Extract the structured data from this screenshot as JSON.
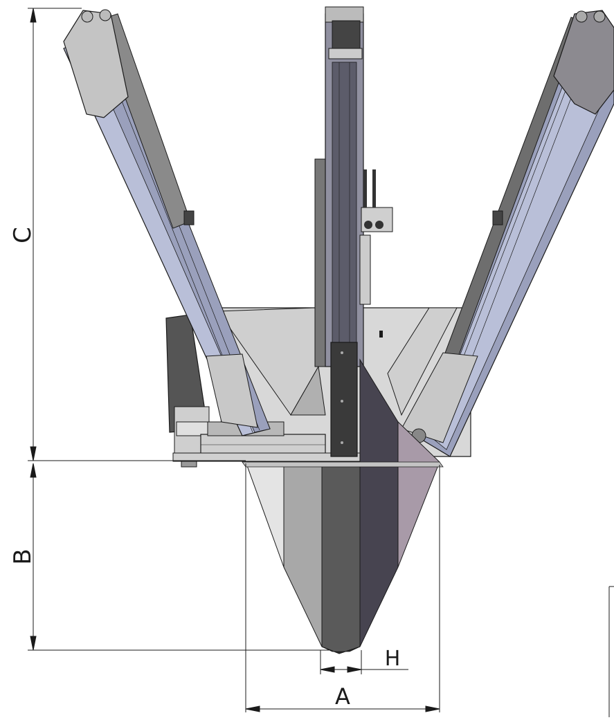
{
  "diagram": {
    "dimensions": [
      {
        "label": "C"
      },
      {
        "label": "B"
      },
      {
        "label": "H"
      },
      {
        "label": "A"
      }
    ]
  },
  "colors": {
    "outline": "#1a1a1a",
    "arm_fill": "#9a9aa8",
    "arm_light": "#b9bfd8",
    "panel_fill": "#d6d6d6",
    "blade_light": "#e4e4e4",
    "blade_mid": "#a8a8a8",
    "blade_dark": "#5a5a5a",
    "blade_darker": "#3d3d3d",
    "blade_purple": "#a89aa8",
    "dimension_line": "#1a1a1a"
  }
}
